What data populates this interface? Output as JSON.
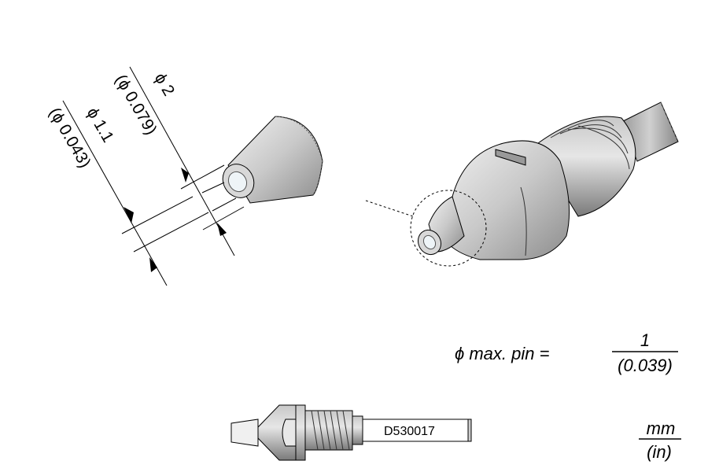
{
  "dimensions": {
    "outer": {
      "mm": "ϕ 2",
      "in": "(ϕ 0.079)"
    },
    "inner": {
      "mm": "ϕ 1.1",
      "in": "(ϕ 0.043)"
    }
  },
  "max_pin": {
    "label": "ϕ max. pin =",
    "mm": "1",
    "in": "(0.039)"
  },
  "part_number": "D530017",
  "units": {
    "mm": "mm",
    "in": "(in)"
  }
}
